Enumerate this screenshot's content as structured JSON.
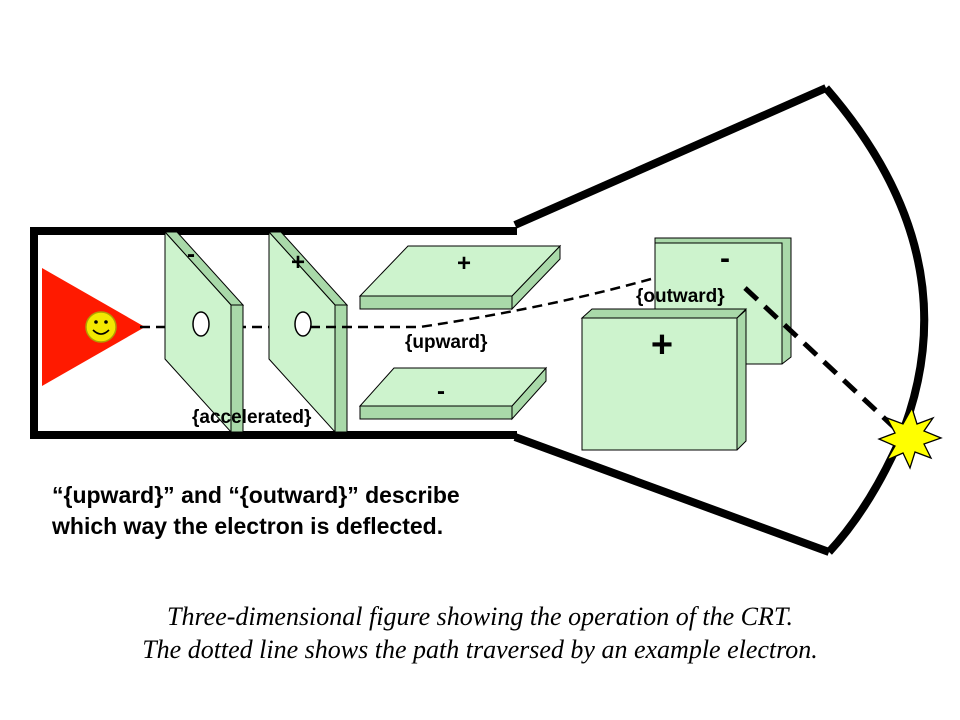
{
  "plates": {
    "accel_1_sign": "-",
    "accel_2_sign": "+",
    "vertical_top_sign": "+",
    "vertical_bottom_sign": "-",
    "horizontal_back_sign": "-",
    "horizontal_front_sign": "+"
  },
  "labels": {
    "accelerated": "{accelerated}",
    "upward": "{upward}",
    "outward": "{outward}"
  },
  "description": {
    "line1": "“{upward}” and “{outward}” describe",
    "line2": "which way the electron is deflected."
  },
  "caption": {
    "line1": "Three-dimensional figure showing the operation of the CRT.",
    "line2": "The dotted line shows the path traversed by an example electron."
  },
  "colors": {
    "plate_fill": "#cdf3cd",
    "plate_side": "#a9d9a9",
    "cathode": "#ff1a00",
    "electron_face": "#f3e800",
    "impact_flash": "#ffff00",
    "outline": "#000000"
  }
}
